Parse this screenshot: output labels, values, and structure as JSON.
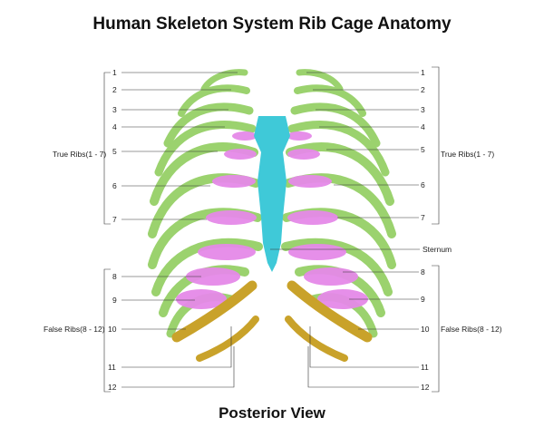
{
  "title": "Human Skeleton System Rib Cage Anatomy",
  "subtitle": "Posterior View",
  "groups": {
    "true_ribs": "True Ribs(1 - 7)",
    "false_ribs": "False Ribs(8 - 12)",
    "sternum": "Sternum"
  },
  "left_numbers": [
    "1",
    "2",
    "3",
    "4",
    "5",
    "6",
    "7",
    "8",
    "9",
    "10",
    "11",
    "12"
  ],
  "right_numbers": [
    "1",
    "2",
    "3",
    "4",
    "5",
    "6",
    "7",
    "8",
    "9",
    "10",
    "11",
    "12"
  ],
  "colors": {
    "rib": "#9bd26e",
    "rib_dark": "#6fb04c",
    "cartilage": "#e58ae8",
    "sternum": "#3fc9d8",
    "floating": "#c9a22a"
  }
}
